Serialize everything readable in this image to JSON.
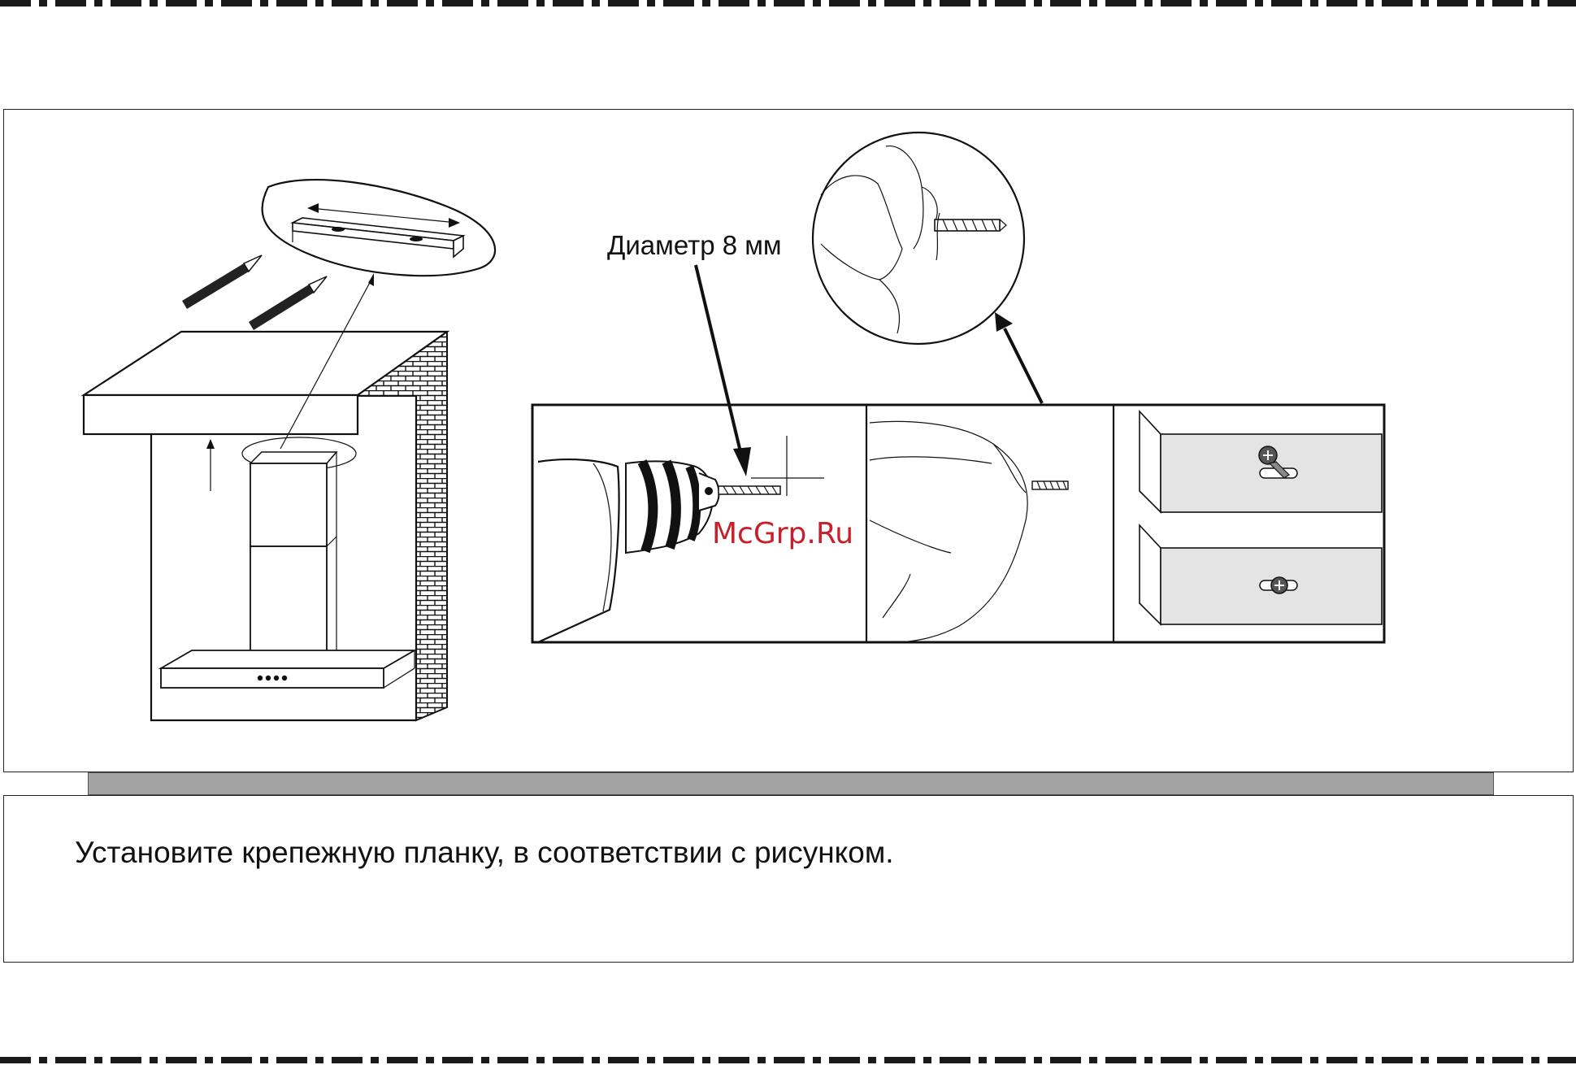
{
  "figure": {
    "drill_label": "Диаметр 8 мм",
    "watermark": "McGrp.Ru"
  },
  "caption": {
    "instruction": "Установите крепежную планку, в соответствии с рисунком."
  },
  "colors": {
    "ink": "#111111",
    "band_gray": "#a3a3a3",
    "panel_gray": "#e4e4e4",
    "watermark_red": "#c8202a"
  }
}
